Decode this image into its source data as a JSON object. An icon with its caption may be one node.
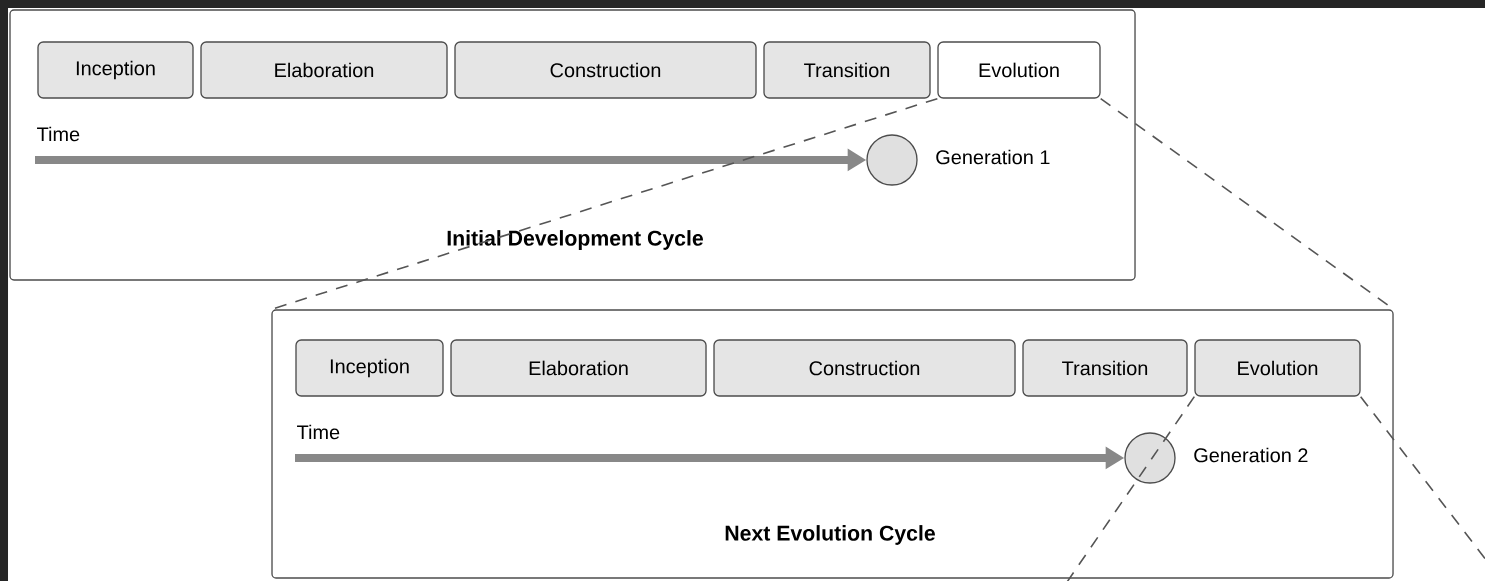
{
  "diagram": {
    "nodes": [
      {
        "text": [
          "Initial Development Cycle"
        ]
      },
      {
        "text": [
          "Inception"
        ],
        "in": 0
      },
      {
        "text": [
          "Elaboration"
        ],
        "in": 0
      },
      {
        "text": [
          "Construction"
        ],
        "in": 0
      },
      {
        "text": [
          "Transition"
        ],
        "in": 0
      },
      {
        "text": [
          "Evolution"
        ],
        "in": 0
      },
      {
        "text": [],
        "shape": "circle",
        "beside": [
          "Generation 1"
        ],
        "in": 0
      },
      {
        "text": [
          "Next Evolution Cycle"
        ]
      },
      {
        "text": [
          "Inception"
        ],
        "in": 7
      },
      {
        "text": [
          "Elaboration"
        ],
        "in": 7
      },
      {
        "text": [
          "Construction"
        ],
        "in": 7
      },
      {
        "text": [
          "Transition"
        ],
        "in": 7
      },
      {
        "text": [
          "Evolution"
        ],
        "in": 7
      },
      {
        "text": [],
        "shape": "circle",
        "beside": [
          "Generation 2"
        ],
        "in": 7
      }
    ],
    "edges": [
      {
        "from": null,
        "to": 6,
        "arrow": "to",
        "label": "Time",
        "style": "thick"
      },
      {
        "from": 5,
        "to": 7,
        "arrow": "none",
        "style": "dashed"
      },
      {
        "from": 5,
        "to": 7,
        "arrow": "none",
        "style": "dashed"
      },
      {
        "from": null,
        "to": 13,
        "arrow": "to",
        "label": "Time",
        "style": "thick"
      },
      {
        "from": 12,
        "to": null,
        "arrow": "none",
        "style": "dashed"
      },
      {
        "from": 12,
        "to": null,
        "arrow": "none",
        "style": "dashed"
      }
    ]
  }
}
